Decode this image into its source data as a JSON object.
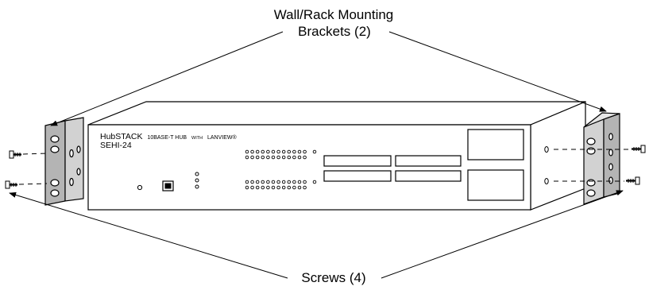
{
  "callouts": {
    "brackets_line1": "Wall/Rack Mounting",
    "brackets_line2": "Brackets (2)",
    "screws": "Screws (4)"
  },
  "hub": {
    "brand": "HubSTACK",
    "descriptor_main": "10BASE-T HUB",
    "descriptor_with": "WITH",
    "descriptor_end": "LANVIEW®",
    "model": "SEHI-24"
  },
  "colors": {
    "line": "#000000",
    "bracket_fill": "#b4b4b4",
    "background": "#ffffff"
  },
  "icons": {
    "screw": "screw-icon",
    "bracket": "mounting-bracket-icon",
    "rj45_port": "rj45-port-icon"
  }
}
